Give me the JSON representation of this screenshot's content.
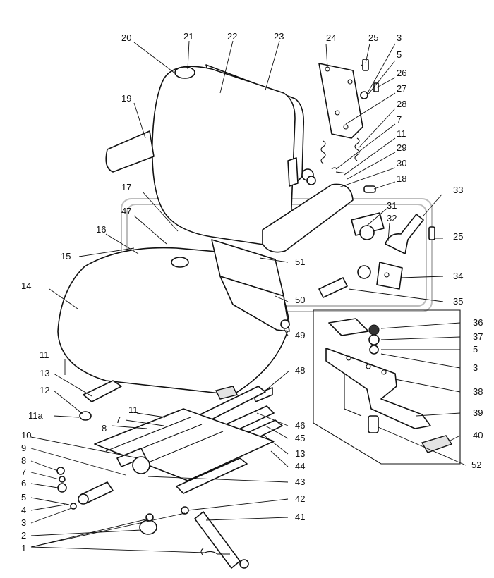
{
  "diagram": {
    "callouts": [
      {
        "id": "c20",
        "text": "20"
      },
      {
        "id": "c21",
        "text": "21"
      },
      {
        "id": "c22",
        "text": "22"
      },
      {
        "id": "c23",
        "text": "23"
      },
      {
        "id": "c24",
        "text": "24"
      },
      {
        "id": "c25a",
        "text": "25"
      },
      {
        "id": "c3a",
        "text": "3"
      },
      {
        "id": "c5a",
        "text": "5"
      },
      {
        "id": "c26",
        "text": "26"
      },
      {
        "id": "c27",
        "text": "27"
      },
      {
        "id": "c28",
        "text": "28"
      },
      {
        "id": "c7a",
        "text": "7"
      },
      {
        "id": "c11a",
        "text": "11"
      },
      {
        "id": "c29",
        "text": "29"
      },
      {
        "id": "c30",
        "text": "30"
      },
      {
        "id": "c18",
        "text": "18"
      },
      {
        "id": "c19",
        "text": "19"
      },
      {
        "id": "c17",
        "text": "17"
      },
      {
        "id": "c47",
        "text": "47"
      },
      {
        "id": "c16",
        "text": "16"
      },
      {
        "id": "c15",
        "text": "15"
      },
      {
        "id": "c14",
        "text": "14"
      },
      {
        "id": "c33",
        "text": "33"
      },
      {
        "id": "c31",
        "text": "31"
      },
      {
        "id": "c32",
        "text": "32"
      },
      {
        "id": "c25b",
        "text": "25"
      },
      {
        "id": "c51",
        "text": "51"
      },
      {
        "id": "c34",
        "text": "34"
      },
      {
        "id": "c50",
        "text": "50"
      },
      {
        "id": "c35",
        "text": "35"
      },
      {
        "id": "c49",
        "text": "49"
      },
      {
        "id": "c36",
        "text": "36"
      },
      {
        "id": "c37",
        "text": "37"
      },
      {
        "id": "c5b",
        "text": "5"
      },
      {
        "id": "c3b",
        "text": "3"
      },
      {
        "id": "c11b",
        "text": "11"
      },
      {
        "id": "c13a",
        "text": "13"
      },
      {
        "id": "c12",
        "text": "12"
      },
      {
        "id": "c11c",
        "text": "11a"
      },
      {
        "id": "c48",
        "text": "48"
      },
      {
        "id": "c38",
        "text": "38"
      },
      {
        "id": "c39",
        "text": "39"
      },
      {
        "id": "c40",
        "text": "40"
      },
      {
        "id": "c11d",
        "text": "11"
      },
      {
        "id": "c7b",
        "text": "7"
      },
      {
        "id": "c8a",
        "text": "8"
      },
      {
        "id": "c46",
        "text": "46"
      },
      {
        "id": "c45",
        "text": "45"
      },
      {
        "id": "c13b",
        "text": "13"
      },
      {
        "id": "c44",
        "text": "44"
      },
      {
        "id": "c52",
        "text": "52"
      },
      {
        "id": "c10",
        "text": "10"
      },
      {
        "id": "c9",
        "text": "9"
      },
      {
        "id": "c8b",
        "text": "8"
      },
      {
        "id": "c7c",
        "text": "7"
      },
      {
        "id": "c6",
        "text": "6"
      },
      {
        "id": "c43",
        "text": "43"
      },
      {
        "id": "c5c",
        "text": "5"
      },
      {
        "id": "c4",
        "text": "4"
      },
      {
        "id": "c42",
        "text": "42"
      },
      {
        "id": "c3c",
        "text": "3"
      },
      {
        "id": "c2",
        "text": "2"
      },
      {
        "id": "c41",
        "text": "41"
      },
      {
        "id": "c1",
        "text": "1"
      }
    ]
  }
}
